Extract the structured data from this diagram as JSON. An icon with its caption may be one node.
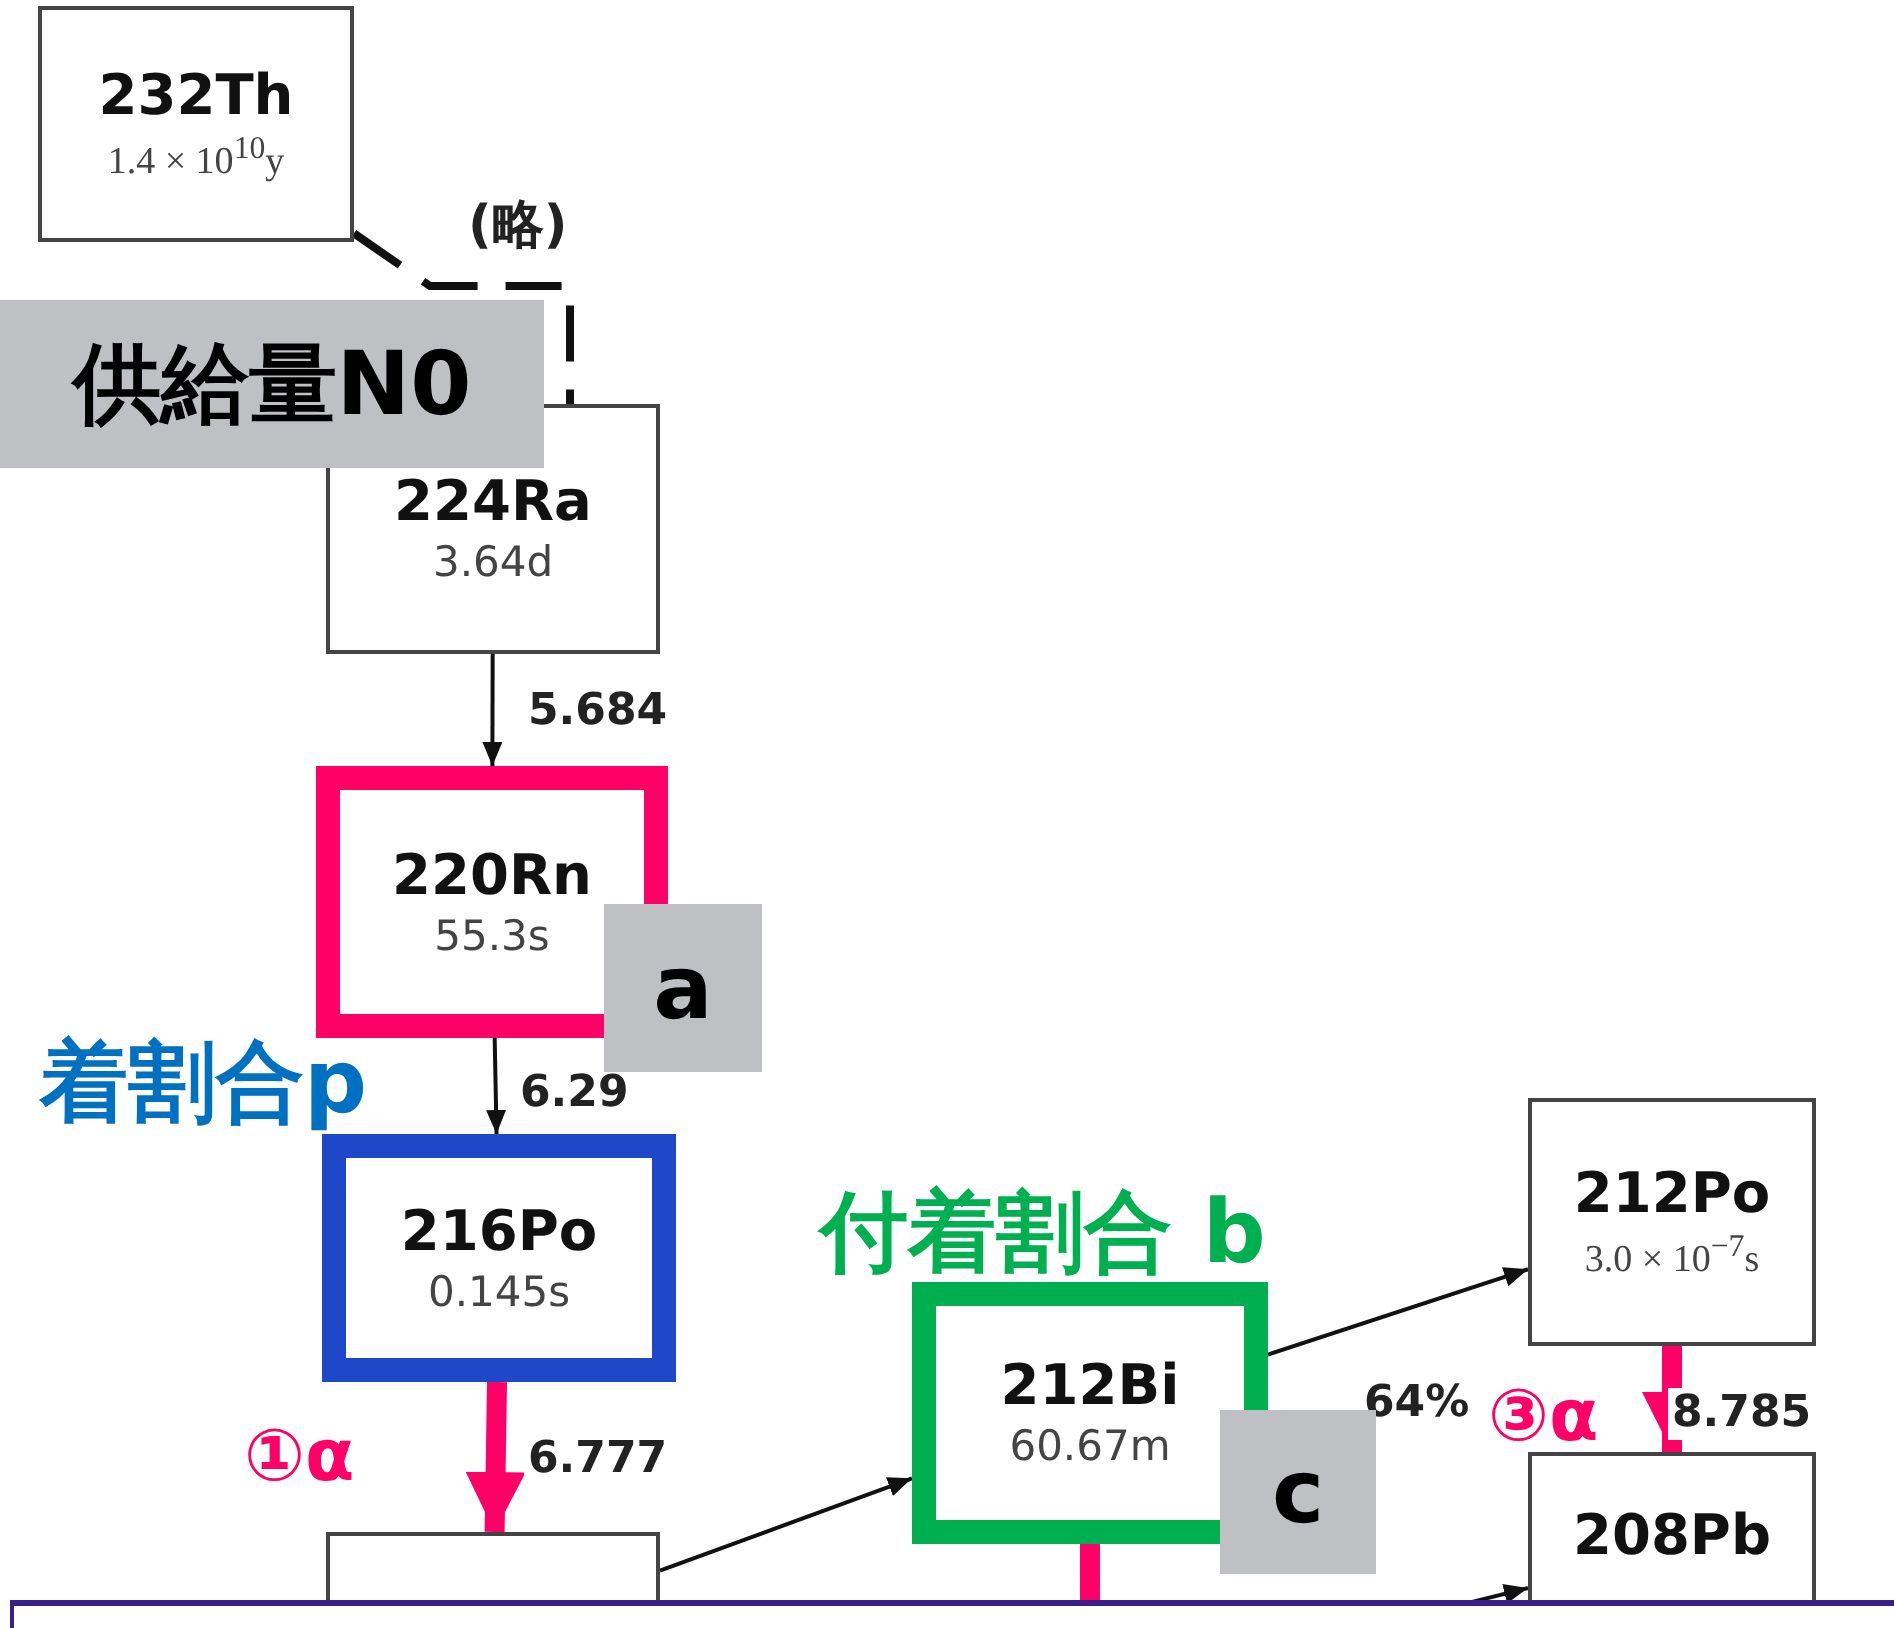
{
  "diagram": {
    "nodes": [
      {
        "text": [
          "232Th",
          "1.4 × 10$^{10}$y"
        ]
      },
      {
        "text": [
          "224Ra",
          "3.64d"
        ]
      },
      {
        "text": [
          "220Rn",
          "55.3s"
        ]
      },
      {
        "text": [
          "216Po",
          "0.145s"
        ]
      },
      {
        "text": [],
        "shape": "box"
      },
      {
        "text": [
          "212Bi",
          "60.67m"
        ]
      },
      {
        "text": [
          "212Po",
          "3.0 × 10$^{−7}$s"
        ]
      },
      {
        "text": [
          "208Pb"
        ]
      },
      {
        "text": [
          "供給量N0"
        ]
      },
      {
        "text": [
          "a"
        ]
      },
      {
        "text": [
          "c"
        ]
      }
    ],
    "edges": [
      {
        "from": 0,
        "to": 1,
        "arrow": "none",
        "style": "dashed",
        "label": "(略)"
      },
      {
        "from": 1,
        "to": 2,
        "arrow": "to",
        "label": "5.684"
      },
      {
        "from": 2,
        "to": 3,
        "arrow": "to",
        "label": "6.29"
      },
      {
        "from": 3,
        "to": 4,
        "arrow": "to",
        "label": "6.777",
        "style": "thick",
        "color": "#ff0066"
      },
      {
        "from": 4,
        "to": 5,
        "arrow": "to"
      },
      {
        "from": 5,
        "to": 6,
        "arrow": "to",
        "label": "64%"
      },
      {
        "from": 6,
        "to": 7,
        "arrow": "to",
        "label": "8.785",
        "style": "thick",
        "color": "#ff0066"
      },
      {
        "from": 5,
        "to": null,
        "arrow": "none",
        "style": "thick",
        "color": "#ff0066"
      },
      {
        "from": null,
        "to": 7,
        "arrow": "to"
      }
    ],
    "labels": [
      "着割合p",
      "付着割合 b",
      "①α",
      "③α"
    ]
  }
}
